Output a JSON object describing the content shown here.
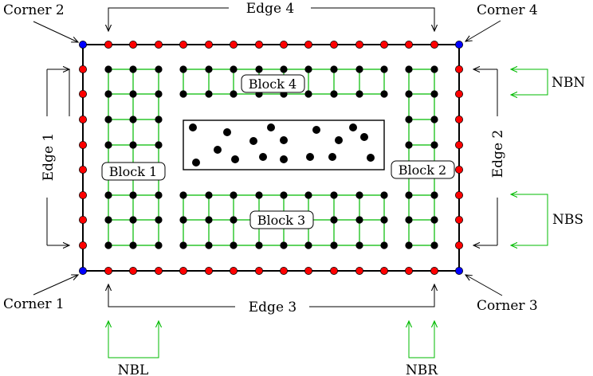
{
  "labels": {
    "corner1": "Corner 1",
    "corner2": "Corner 2",
    "corner3": "Corner 3",
    "corner4": "Corner 4",
    "edge1": "Edge 1",
    "edge2": "Edge 2",
    "edge3": "Edge 3",
    "edge4": "Edge 4",
    "block1": "Block 1",
    "block2": "Block 2",
    "block3": "Block 3",
    "block4": "Block 4",
    "nbn": "NBN",
    "nbs": "NBS",
    "nbl": "NBL",
    "nbr": "NBR"
  },
  "colors": {
    "edge_node": "#ff0000",
    "corner_node": "#0000ff",
    "interior_node": "#000000",
    "grid_line": "#00bb00",
    "boundary": "#000000"
  }
}
